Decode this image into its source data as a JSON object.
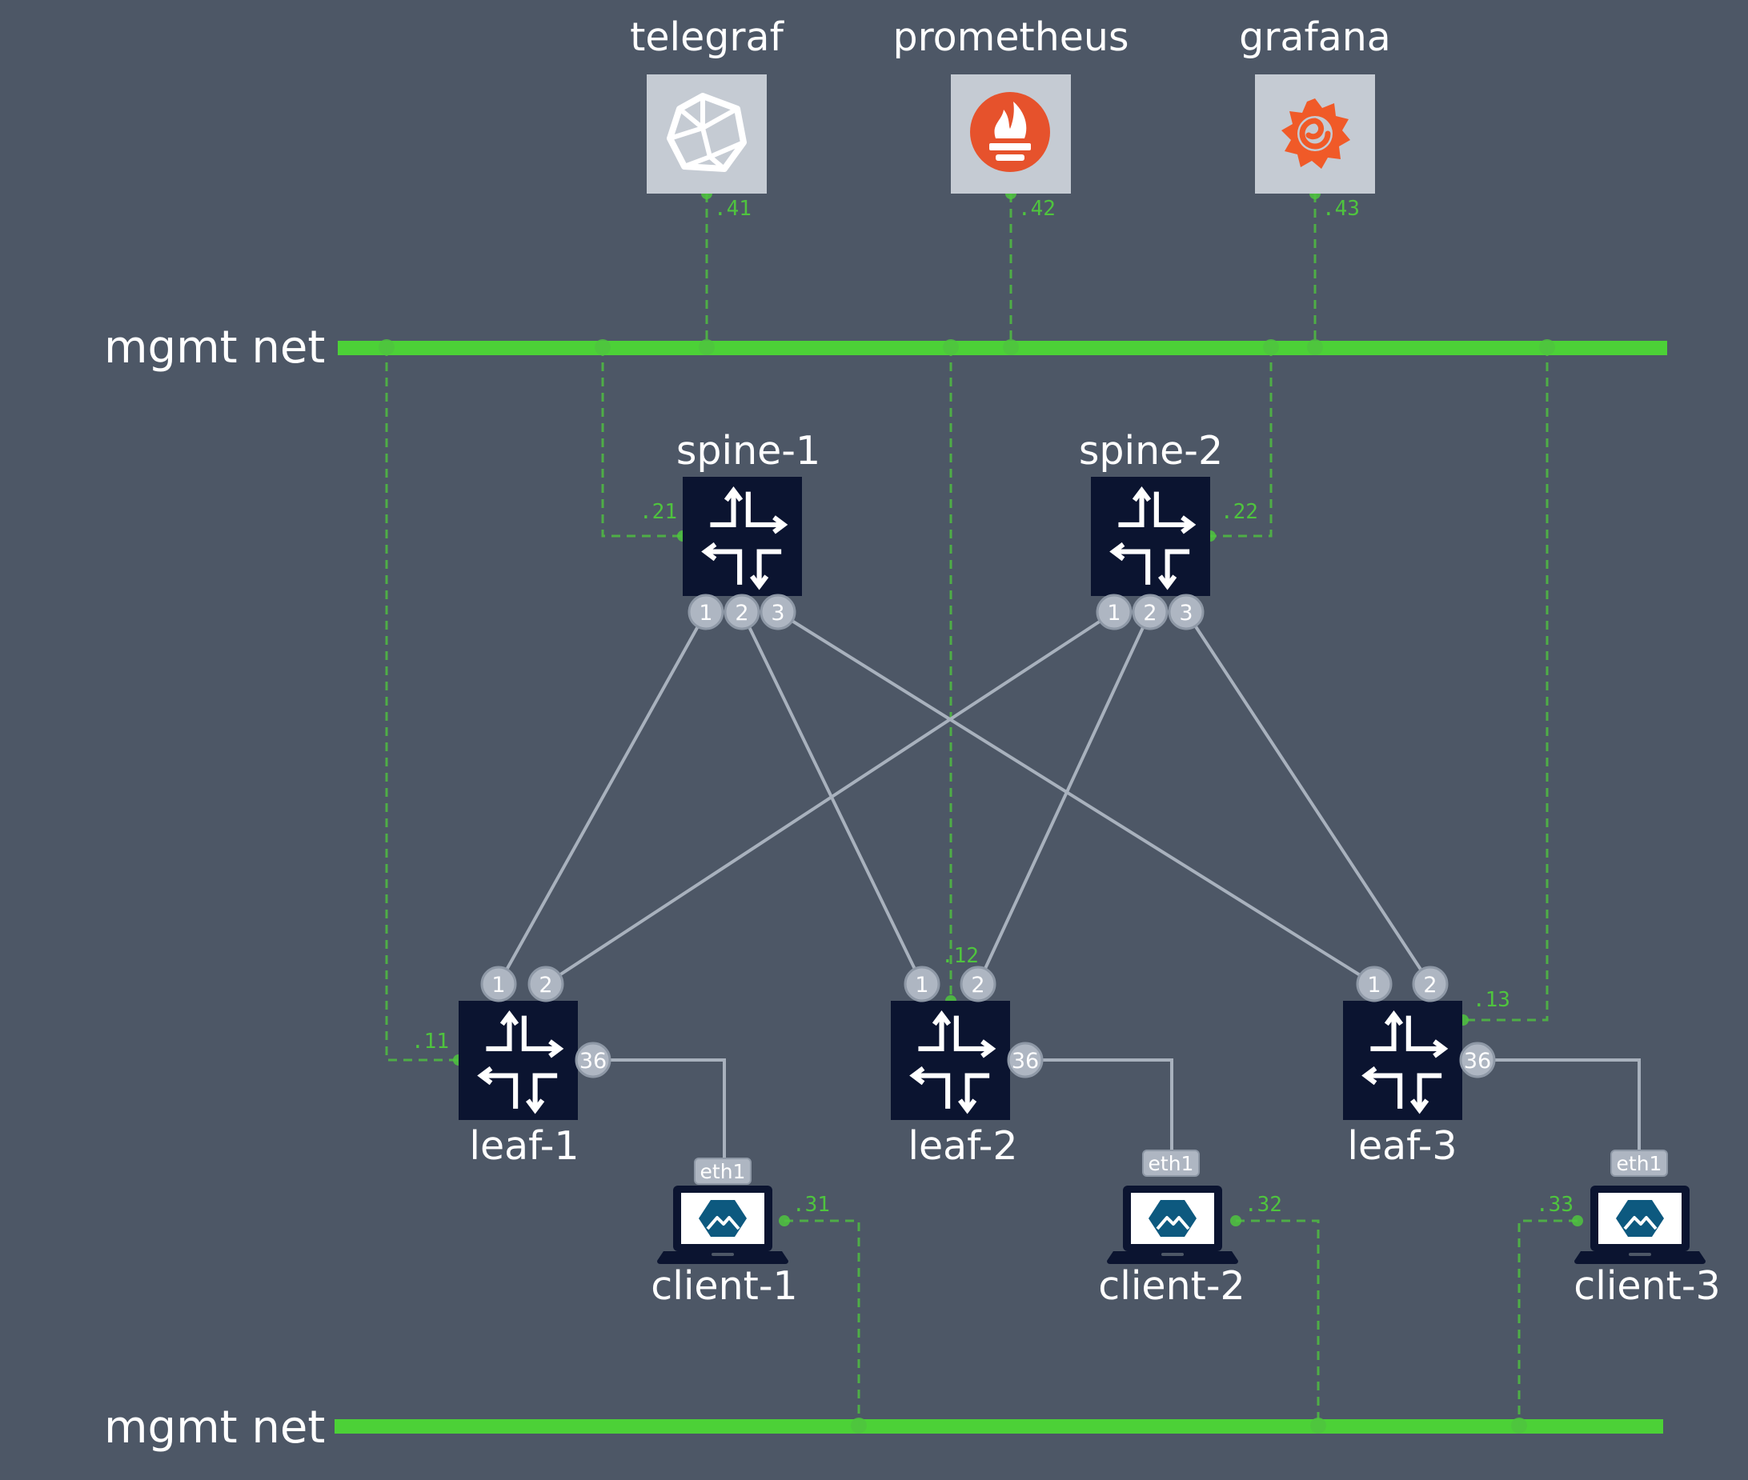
{
  "networks": {
    "top": {
      "label": "mgmt net"
    },
    "bottom": {
      "label": "mgmt net"
    },
    "color": "#4cd137"
  },
  "colors": {
    "background": "#4d5766",
    "router": "#0b1430",
    "link": "#a8b1bd",
    "mgmt_link": "#4fc43e",
    "port": "#aeb6c2",
    "tile": "#c5cbd3",
    "prometheus": "#e6522c",
    "grafana": "#f05a28",
    "alpine": "#0d597f"
  },
  "apps": {
    "telegraf": {
      "label": "telegraf",
      "icon": "icosahedron-icon",
      "ip": ".41"
    },
    "prometheus": {
      "label": "prometheus",
      "icon": "prometheus-torch-icon",
      "ip": ".42"
    },
    "grafana": {
      "label": "grafana",
      "icon": "grafana-swirl-icon",
      "ip": ".43"
    }
  },
  "spines": {
    "spine1": {
      "label": "spine-1",
      "ip": ".21",
      "ports": [
        "1",
        "2",
        "3"
      ]
    },
    "spine2": {
      "label": "spine-2",
      "ip": ".22",
      "ports": [
        "1",
        "2",
        "3"
      ]
    }
  },
  "leaves": {
    "leaf1": {
      "label": "leaf-1",
      "ip": ".11",
      "uplinks": [
        "1",
        "2"
      ],
      "access_port": "36"
    },
    "leaf2": {
      "label": "leaf-2",
      "ip": ".12",
      "uplinks": [
        "1",
        "2"
      ],
      "access_port": "36"
    },
    "leaf3": {
      "label": "leaf-3",
      "ip": ".13",
      "uplinks": [
        "1",
        "2"
      ],
      "access_port": "36"
    }
  },
  "clients": {
    "client1": {
      "label": "client-1",
      "ip": ".31",
      "iface": "eth1",
      "icon": "alpine-laptop-icon"
    },
    "client2": {
      "label": "client-2",
      "ip": ".32",
      "iface": "eth1",
      "icon": "alpine-laptop-icon"
    },
    "client3": {
      "label": "client-3",
      "ip": ".33",
      "iface": "eth1",
      "icon": "alpine-laptop-icon"
    }
  }
}
